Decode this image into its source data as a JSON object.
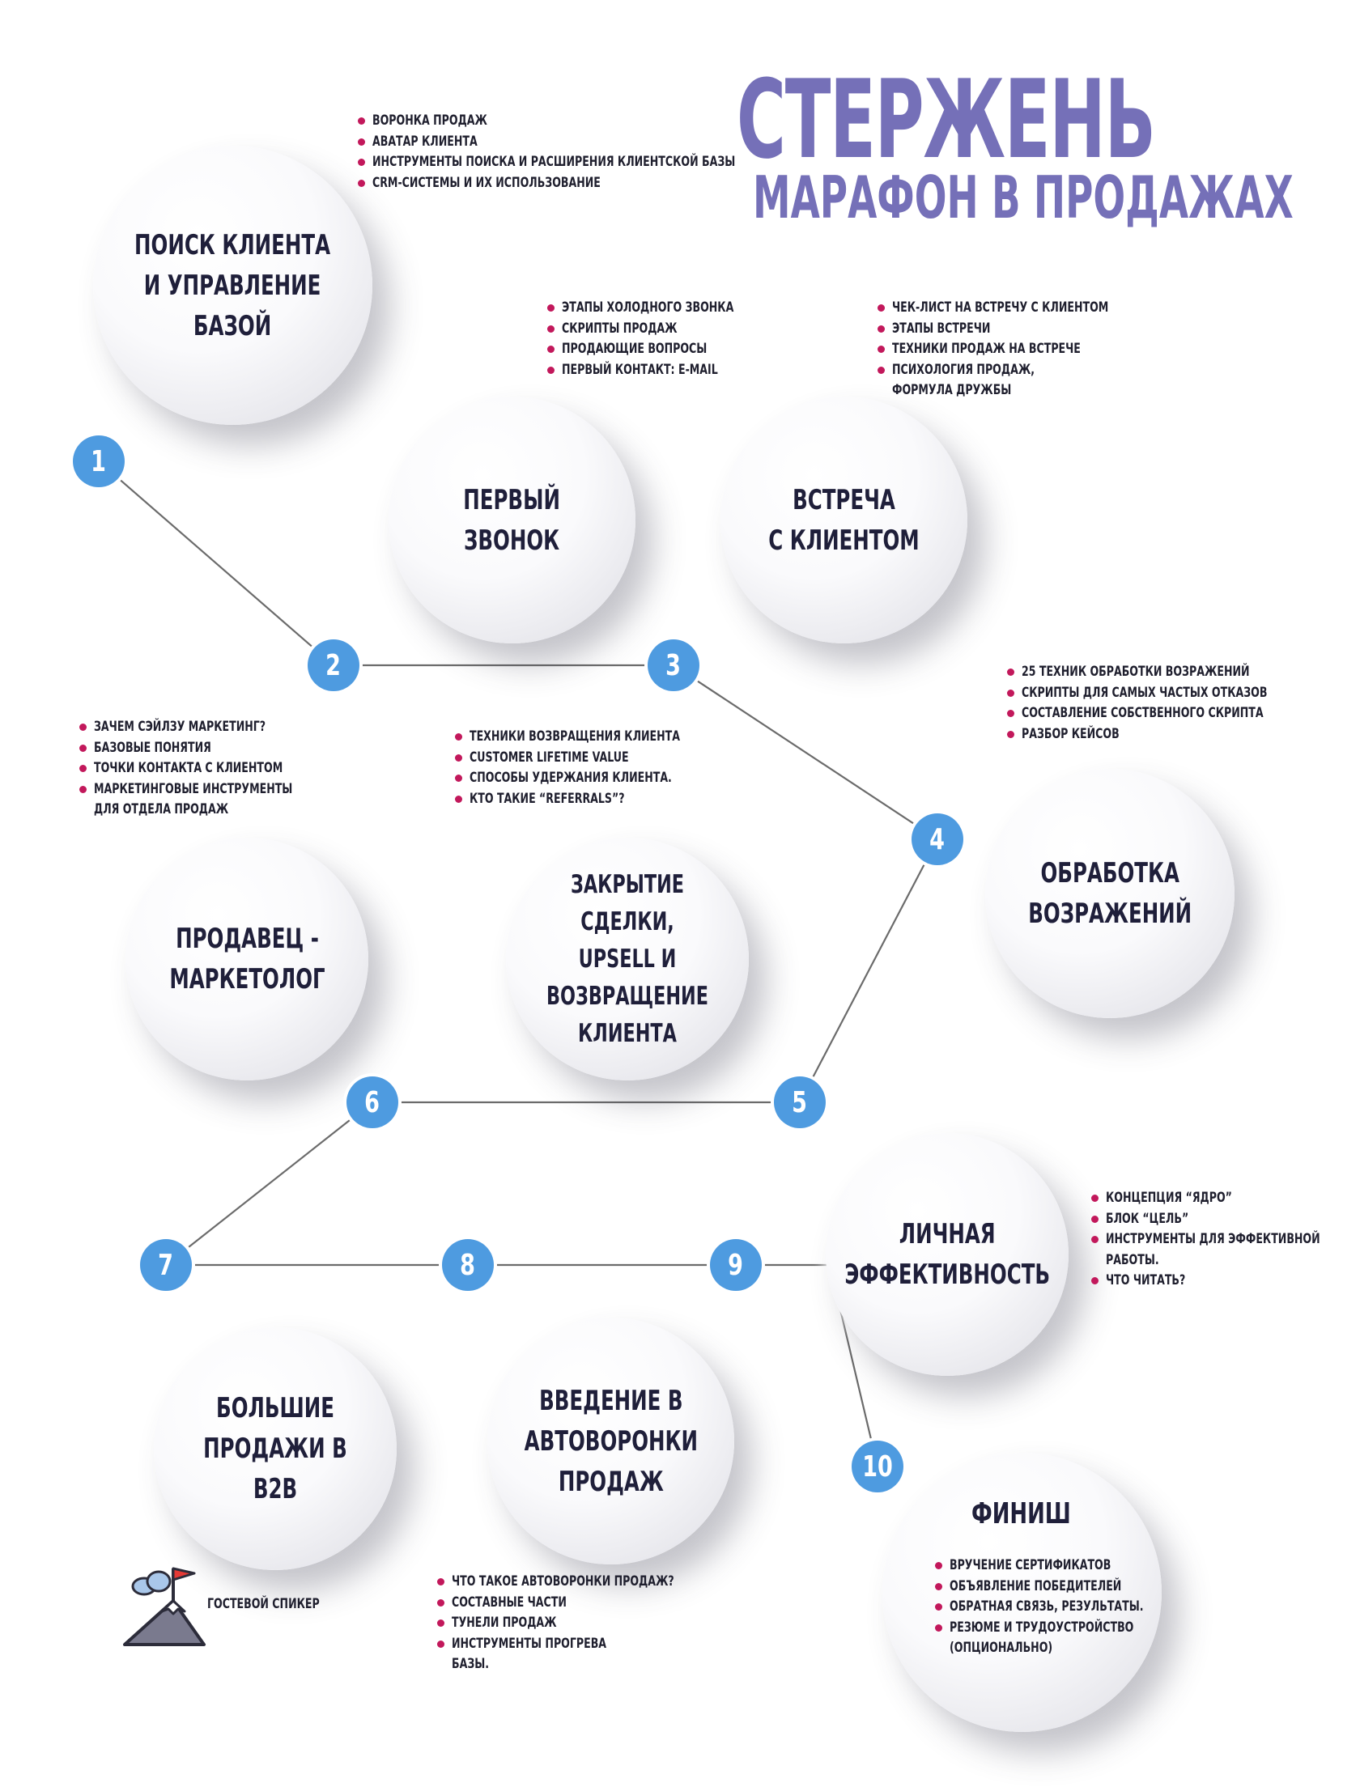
{
  "title": {
    "main": "СТЕРЖЕНЬ",
    "sub": "МАРАФОН В ПРОДАЖАХ"
  },
  "colors": {
    "title": "#7570b8",
    "node": "#4e9be0",
    "bullet": "#c2185b",
    "line": "#6b6b6b"
  },
  "topics": [
    {
      "label": "ПОИСК КЛИЕНТА\nИ УПРАВЛЕНИЕ\nБАЗОЙ",
      "bullets": [
        "ВОРОНКА ПРОДАЖ",
        "АВАТАР КЛИЕНТА",
        "ИНСТРУМЕНТЫ ПОИСКА И РАСШИРЕНИЯ КЛИЕНТСКОЙ БАЗЫ",
        "CRM-СИСТЕМЫ И ИХ ИСПОЛЬЗОВАНИЕ"
      ]
    },
    {
      "label": "ПЕРВЫЙ\nЗВОНОК",
      "bullets": [
        "ЭТАПЫ ХОЛОДНОГО ЗВОНКА",
        "СКРИПТЫ ПРОДАЖ",
        "ПРОДАЮЩИЕ ВОПРОСЫ",
        "ПЕРВЫЙ КОНТАКТ: E-MAIL"
      ]
    },
    {
      "label": "ВСТРЕЧА\nС КЛИЕНТОМ",
      "bullets": [
        "ЧЕК-ЛИСТ НА ВСТРЕЧУ С КЛИЕНТОМ",
        "ЭТАПЫ ВСТРЕЧИ",
        "ТЕХНИКИ ПРОДАЖ НА ВСТРЕЧЕ",
        "ПСИХОЛОГИЯ ПРОДАЖ,\nФОРМУЛА ДРУЖБЫ"
      ]
    },
    {
      "label": "ОБРАБОТКА\nВОЗРАЖЕНИЙ",
      "bullets": [
        "25 ТЕХНИК ОБРАБОТКИ ВОЗРАЖЕНИЙ",
        "СКРИПТЫ ДЛЯ САМЫХ ЧАСТЫХ ОТКАЗОВ",
        "СОСТАВЛЕНИЕ СОБСТВЕННОГО СКРИПТА",
        "РАЗБОР КЕЙСОВ"
      ]
    },
    {
      "label": "ЗАКРЫТИЕ СДЕЛКИ,\nUPSELL И ВОЗВРАЩЕНИЕ\nКЛИЕНТА",
      "bullets": [
        "ТЕХНИКИ ВОЗВРАЩЕНИЯ КЛИЕНТА",
        "CUSTOMER LIFETIME VALUE",
        "СПОСОБЫ УДЕРЖАНИЯ КЛИЕНТА.",
        "КТО ТАКИЕ “REFERRALS”?"
      ]
    },
    {
      "label": "ПРОДАВЕЦ -\nМАРКЕТОЛОГ",
      "bullets": [
        "ЗАЧЕМ СЭЙЛЗУ МАРКЕТИНГ?",
        "БАЗОВЫЕ ПОНЯТИЯ",
        "ТОЧКИ КОНТАКТА С КЛИЕНТОМ",
        "МАРКЕТИНГОВЫЕ ИНСТРУМЕНТЫ\nДЛЯ ОТДЕЛА ПРОДАЖ"
      ]
    },
    {
      "label": "БОЛЬШИЕ\nПРОДАЖИ В B2B",
      "bullets": []
    },
    {
      "label": "ВВЕДЕНИЕ В\nАВТОВОРОНКИ\nПРОДАЖ",
      "bullets": [
        "ЧТО ТАКОЕ АВТОВОРОНКИ ПРОДАЖ?",
        "СОСТАВНЫЕ ЧАСТИ",
        "ТУНЕЛИ ПРОДАЖ",
        "ИНСТРУМЕНТЫ ПРОГРЕВА\nБАЗЫ."
      ]
    },
    {
      "label": "ЛИЧНАЯ\nЭФФЕКТИВНОСТЬ",
      "bullets": [
        "КОНЦЕПЦИЯ “ЯДРО”",
        "БЛОК “ЦЕЛЬ”",
        "ИНСТРУМЕНТЫ ДЛЯ ЭФФЕКТИВНОЙ\nРАБОТЫ.",
        "ЧТО ЧИТАТЬ?"
      ]
    },
    {
      "label": "ФИНИШ",
      "bullets": [
        "ВРУЧЕНИЕ СЕРТИФИКАТОВ",
        "ОБЪЯВЛЕНИЕ ПОБЕДИТЕЛЕЙ",
        "ОБРАТНАЯ СВЯЗЬ, РЕЗУЛЬТАТЫ.",
        "РЕЗЮМЕ И ТРУДОУСТРОЙСТВО\n(ОПЦИОНАЛЬНО)"
      ]
    }
  ],
  "nodes": [
    "1",
    "2",
    "3",
    "4",
    "5",
    "6",
    "7",
    "8",
    "9",
    "10"
  ],
  "guest_speaker": {
    "label": "ГОСТЕВОЙ СПИКЕР",
    "icon": "mountain-flag-icon"
  }
}
